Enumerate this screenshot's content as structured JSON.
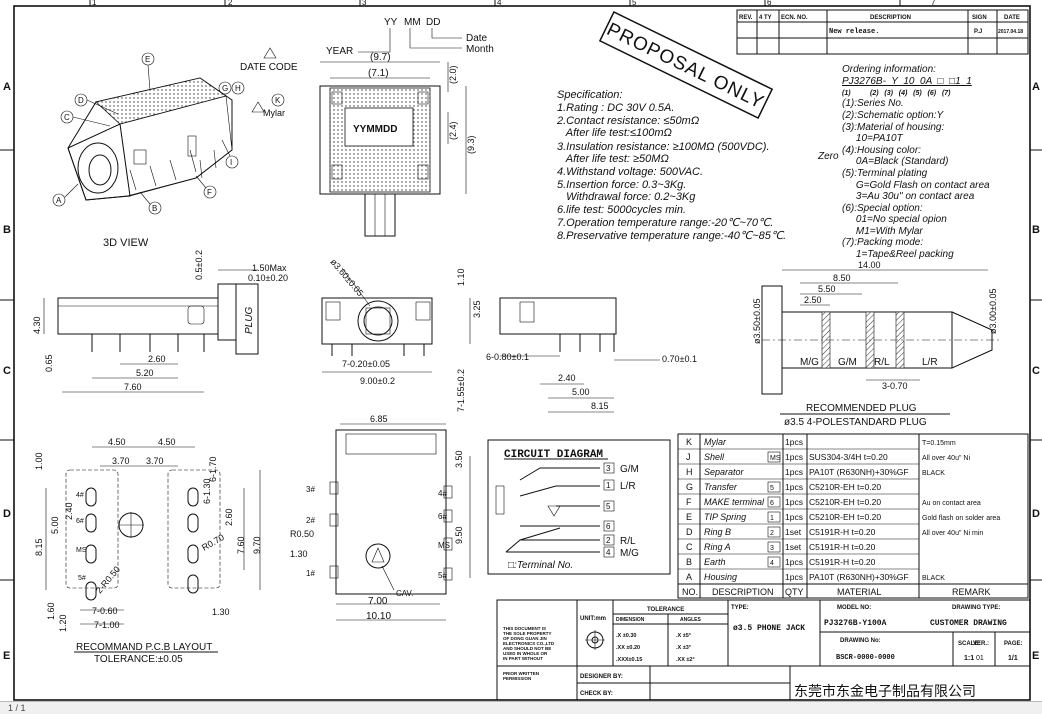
{
  "grid": {
    "cols": [
      "1",
      "2",
      "3",
      "4",
      "5",
      "6",
      "7"
    ],
    "rows": [
      "A",
      "B",
      "C",
      "D",
      "E"
    ]
  },
  "revision": {
    "headers": [
      "REV.",
      "4 TY",
      "ECN. NO.",
      "DESCRIPTION",
      "SIGN",
      "DATE"
    ],
    "row": {
      "desc": "New release.",
      "sign": "P.J",
      "date": "2017.04.18"
    }
  },
  "stamp": "PROPOSAL ONLY",
  "views": {
    "view3d_label": "3D VIEW",
    "date_code": {
      "yy": "YY",
      "mm": "MM",
      "dd": "DD",
      "date": "Date",
      "month": "Month",
      "year": "YEAR",
      "date_code": "DATE CODE",
      "mylar": "Mylar",
      "marking": "YYMMDD"
    },
    "callouts": [
      "A",
      "B",
      "C",
      "D",
      "E",
      "F",
      "G",
      "H",
      "I",
      "K"
    ],
    "plug_label": "PLUG"
  },
  "spec": {
    "title": "Specification:",
    "lines": [
      "1.Rating : DC 30V 0.5A.",
      "2.Contact resistance: ≤50mΩ",
      "   After life test:≤100mΩ",
      "3.Insulation resistance: ≥100MΩ (500VDC).",
      "   After life test: ≥50MΩ",
      "4.Withstand voltage: 500VAC.",
      "5.Insertion  force: 0.3~3Kg.",
      "   Withdrawal force: 0.2~3Kg",
      "6.life test: 5000cycles min.",
      "7.Operation temperature range:-20℃~70℃.",
      "8.Preservative temperature range:-40℃~85℃."
    ]
  },
  "ordering": {
    "title": "Ordering information:",
    "code": "PJ3276B-  Y  10  0A  □  □1  1",
    "keys": "(1)          (2)   (3)   (4)   (5)   (6)   (7)",
    "lines": [
      "(1):Series No.",
      "(2):Schematic option:Y",
      "(3):Material of housing:",
      "     10=PA10T",
      "(4):Housing color:",
      "     0A=Black (Standard)",
      "(5):Terminal plating",
      "     G=Gold Flash on contact area",
      "     3=Au 30u\" on contact area",
      "(6):Special option:",
      "     01=No special opion",
      "     M1=With Mylar",
      "(7):Packing mode:",
      "     1=Tape&Reel packing"
    ],
    "zero": "Zero"
  },
  "dims": {
    "top": [
      "(9.7)",
      "(7.1)",
      "(2.0)",
      "(2.4)",
      "(9.3)"
    ],
    "side": [
      "1.50Max",
      "0.10±0.20",
      "0.5±0.2",
      "4.30",
      "0.65",
      "2.60",
      "5.20",
      "7.60"
    ],
    "front": [
      "ø3.60±0.05",
      "1.10",
      "3.25",
      "7-0.20±0.05",
      "9.00±0.2",
      "7-1.55±0.2"
    ],
    "rear": [
      "6-0.80±0.1",
      "0.70±0.1",
      "2.40",
      "5.00",
      "8.15"
    ],
    "pcb": [
      "4.50",
      "4.50",
      "3.70",
      "3.70",
      "1.00",
      "6-1.70",
      "6-1.30",
      "2.40",
      "5.00",
      "8.15",
      "2.60",
      "7.60",
      "9.70",
      "R0.70",
      "2-R0.50",
      "7-0.60",
      "7-1.00",
      "1.60",
      "1.20",
      "1.30"
    ],
    "bottom": [
      "6.85",
      "3.50",
      "9.50",
      "R0.50",
      "1.30",
      "7.00",
      "10.10",
      "CAV."
    ],
    "pins": [
      "3#",
      "2#",
      "1#",
      "4#",
      "6#",
      "MS",
      "5#"
    ],
    "pcb_pins": [
      "4#",
      "6#",
      "MS",
      "5#"
    ]
  },
  "pcb_label": {
    "title": "RECOMMAND P.C.B LAYOUT",
    "tol": "TOLERANCE:±0.05"
  },
  "plug": {
    "dims": [
      "14.00",
      "8.50",
      "5.50",
      "2.50",
      "ø3.50±0.05",
      "ø3.00±0.05",
      "3-0.70"
    ],
    "segs": [
      "M/G",
      "G/M",
      "R/L",
      "L/R"
    ],
    "title1": "RECOMMENDED PLUG",
    "title2": "ø3.5 4-POLESTANDARD PLUG"
  },
  "circuit": {
    "title": "CIRCUIT DIAGRAM",
    "pins": [
      {
        "n": "3",
        "label": "G/M"
      },
      {
        "n": "1",
        "label": "L/R"
      },
      {
        "n": "5",
        "label": ""
      },
      {
        "n": "6",
        "label": ""
      },
      {
        "n": "2",
        "label": "R/L"
      },
      {
        "n": "4",
        "label": "M/G"
      }
    ],
    "legend": "□:Terminal No."
  },
  "bom": {
    "rows": [
      {
        "no": "K",
        "desc": "Mylar",
        "mark": "",
        "qty": "1pcs",
        "mat": "",
        "remark": "T=0.15mm"
      },
      {
        "no": "J",
        "desc": "Shell",
        "mark": "MS",
        "qty": "1pcs",
        "mat": "SUS304-3/4H   t=0.20",
        "remark": "All over 40u\" Ni"
      },
      {
        "no": "H",
        "desc": "Separator",
        "mark": "",
        "qty": "1pcs",
        "mat": "PA10T (R630NH)+30%GF",
        "remark": "BLACK"
      },
      {
        "no": "G",
        "desc": "Transfer",
        "mark": "5",
        "qty": "1pcs",
        "mat": "C5210R-EH   t=0.20",
        "remark": ""
      },
      {
        "no": "F",
        "desc": "MAKE terminal",
        "mark": "6",
        "qty": "1pcs",
        "mat": "C5210R-EH   t=0.20",
        "remark": "Au  on contact area"
      },
      {
        "no": "E",
        "desc": "TIP Spring",
        "mark": "1",
        "qty": "1pcs",
        "mat": "C5210R-EH   t=0.20",
        "remark": "Gold flash on solder area"
      },
      {
        "no": "D",
        "desc": "Ring B",
        "mark": "2",
        "qty": "1set",
        "mat": "C5191R-H  t=0.20",
        "remark": "All over 40u\" Ni min"
      },
      {
        "no": "C",
        "desc": "Ring A",
        "mark": "3",
        "qty": "1set",
        "mat": "C5191R-H  t=0.20",
        "remark": ""
      },
      {
        "no": "B",
        "desc": "Earth",
        "mark": "4",
        "qty": "1pcs",
        "mat": "C5191R-H   t=0.20",
        "remark": ""
      },
      {
        "no": "A",
        "desc": "Housing",
        "mark": "",
        "qty": "1pcs",
        "mat": "PA10T (R630NH)+30%GF",
        "remark": "BLACK"
      }
    ],
    "header": {
      "no": "NO.",
      "desc": "DESCRIPTION",
      "qty": "QTY",
      "mat": "MATERIAL",
      "remark": "REMARK"
    }
  },
  "titleblock": {
    "notice": [
      "THIS DOCUMENT IS",
      "THE SOLE PROPERTY",
      "OF DONG GUAN JIN",
      "ELECTRONICS CO.,LTD",
      "AND SHOULD NOT BE",
      "USED IN WHOLE OR",
      "IN PART WITHOUT",
      "PRIOR WRITTEN",
      "PERMISSION"
    ],
    "unit": "UNIT:mm",
    "tolerance": "TOLERANCE",
    "tol_heads": [
      "DIMENSION",
      "ANGLES"
    ],
    "tol_rows": [
      [
        ".X  ±0.30",
        ".X  ±5°"
      ],
      [
        ".XX  ±0.20",
        ".X  ±3°"
      ],
      [
        ".XXX±0.15",
        ".XX ±2°"
      ]
    ],
    "type_label": "TYPE:",
    "type_value": "ø3.5 PHONE JACK",
    "model_label": "MODEL NO:",
    "model_value": "PJ3276B-Y100A",
    "drawing_type_label": "DRAWING TYPE:",
    "drawing_type_value": "CUSTOMER DRAWING",
    "drawing_no_label": "DRAWING No:",
    "drawing_no_value": "BSCR-0000-0000",
    "scale_label": "SCALE:",
    "scale_value": "1:1",
    "ver_label": "VER.:",
    "ver_value": "01",
    "page_label": "PAGE:",
    "page_value": "1/1",
    "designer": "DESIGNER BY:",
    "check": "CHECK  BY:",
    "company": "东莞市东金电子制品有限公司"
  },
  "status": "1  /  1"
}
